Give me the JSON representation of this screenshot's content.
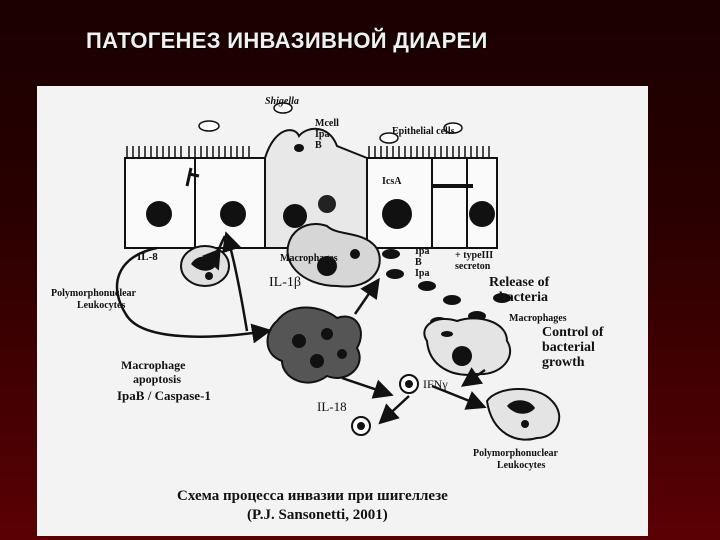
{
  "slide": {
    "title": "ПАТОГЕНЕЗ ИНВАЗИВНОЙ ДИАРЕИ"
  },
  "figure": {
    "labels": {
      "shigella": "Shigella",
      "mcell": "Mcell",
      "ipa": "Ipa",
      "b": "B",
      "epithelial_cells": "Epithelial cells",
      "icsa": "IcsA",
      "il8": "IL-8",
      "macrophages_top": "Macrophages",
      "il1b": "IL-1β",
      "ipa_b_ipa": [
        "Ipa",
        "B",
        "Ipa"
      ],
      "type3_secretion": [
        "+ typeIII",
        "secreton"
      ],
      "release_of_bacteria": [
        "Release of",
        "bacteria"
      ],
      "pmn_top": [
        "Polymorphonuclear",
        "Leukocytes"
      ],
      "macrophages_right": "Macrophages",
      "control_growth": [
        "Control of",
        "bacterial",
        "growth"
      ],
      "macrophage_apoptosis": [
        "Macrophage",
        "apoptosis"
      ],
      "ipab_caspase": "IpaB / Caspase-1",
      "ifng": "IFNγ",
      "il18": "IL-18",
      "pmn_bottom": [
        "Polymorphonuclear",
        "Leukocytes"
      ]
    },
    "caption": {
      "line1": "Схема процесса инвазии при шигеллезе",
      "line2": "(P.J. Sansonetti, 2001)"
    }
  }
}
